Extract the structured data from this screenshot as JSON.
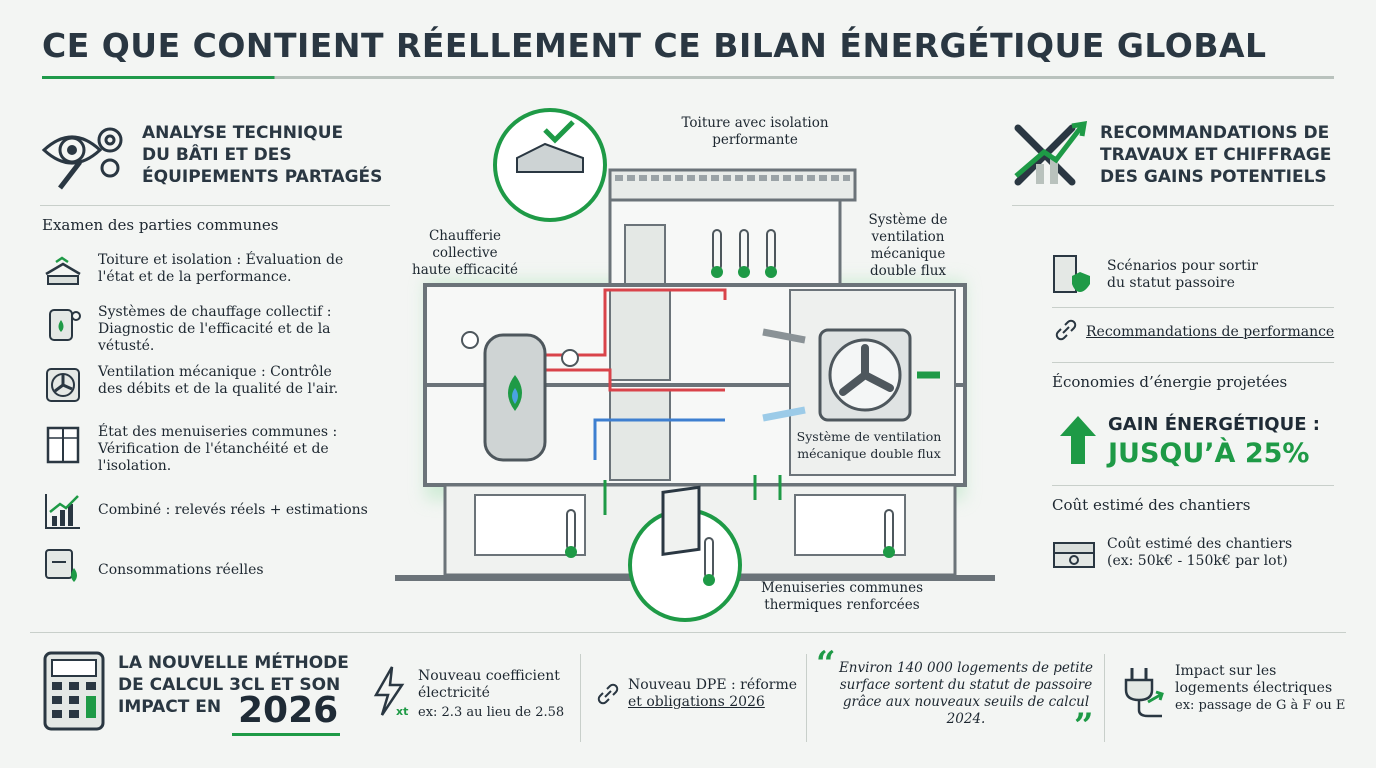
{
  "title": "CE QUE CONTIENT RÉELLEMENT CE BILAN ÉNERGÉTIQUE GLOBAL",
  "left": {
    "heading_lines": [
      "ANALYSE TECHNIQUE",
      "DU BÂTI ET DES",
      "ÉQUIPEMENTS PARTAGÉS"
    ],
    "subheading": "Examen des parties communes",
    "items": [
      "Toiture et isolation : Évaluation de l'état et de la performance.",
      "Systèmes de chauffage collectif : Diagnostic de l'efficacité et de la vétusté.",
      "Ventilation mécanique : Contrôle des débits et de la qualité de l'air.",
      "État des menuiseries communes : Vérification de l'étanchéité et de l'isolation.",
      "Combiné : relevés réels + estimations",
      "Consommations réelles"
    ],
    "icons": [
      "roof-insulation-icon",
      "boiler-icon",
      "fan-icon",
      "window-icon",
      "chart-growth-icon",
      "meter-icon"
    ]
  },
  "center": {
    "roof_label_lines": [
      "Toiture avec isolation",
      "performante"
    ],
    "boiler_label_lines": [
      "Chaufferie",
      "collective",
      "haute efficacité"
    ],
    "vmc_label_lines": [
      "Système de",
      "ventilation",
      "mécanique",
      "double flux"
    ],
    "vmc_unit_label_lines": [
      "Système de ventilation",
      "mécanique double flux"
    ],
    "window_label_lines": [
      "Menuiseries communes",
      "thermiques renforcées"
    ]
  },
  "right": {
    "heading_lines": [
      "RECOMMANDATIONS DE",
      "TRAVAUX ET CHIFFRAGE",
      "DES GAINS POTENTIELS"
    ],
    "scenario_lines": [
      "Scénarios pour sortir",
      "du statut passoire"
    ],
    "perf_link": "Recommandations de performance",
    "savings_heading": "Économies d’énergie projetées",
    "gain_label": "GAIN ÉNERGÉTIQUE :",
    "gain_value": "JUSQU’À 25%",
    "cost_heading": "Coût estimé des chantiers",
    "cost_title": "Coût estimé des chantiers",
    "cost_example": "(ex: 50k€ - 150k€ par lot)",
    "colors": {
      "accent": "#1e9a46",
      "text": "#2a3742"
    }
  },
  "bottom": {
    "method_lines": [
      "LA NOUVELLE MÉTHODE",
      "DE CALCUL 3CL ET SON",
      "IMPACT EN"
    ],
    "year": "2026",
    "coef_lines": [
      "Nouveau coefficient",
      "électricité"
    ],
    "coef_example": "ex: 2.3 au lieu de 2.58",
    "dpe_line1": "Nouveau DPE : réforme",
    "dpe_line2": "et obligations 2026",
    "quote_lines": [
      "Environ 140 000 logements de petite",
      "surface sortent du statut de passoire",
      "grâce aux nouveaux seuils de calcul",
      "2024."
    ],
    "impact_lines": [
      "Impact sur les",
      "logements électriques"
    ],
    "impact_example": "ex: passage de G à F ou E"
  }
}
